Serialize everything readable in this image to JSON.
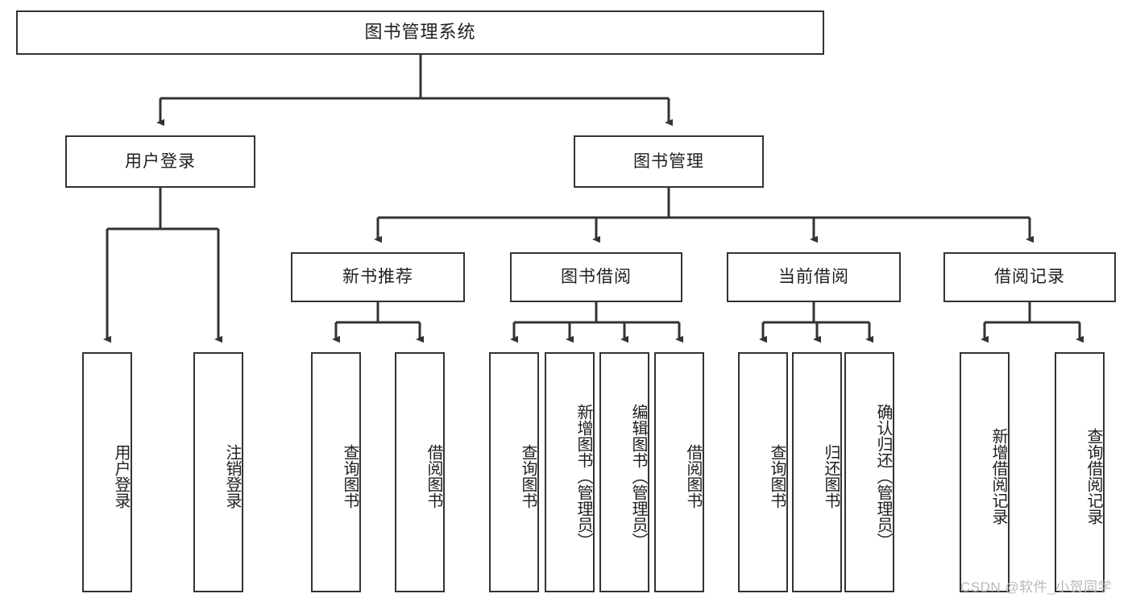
{
  "diagram": {
    "type": "tree-hierarchy",
    "title": "图书管理系统",
    "watermark": "CSDN @软件_小贺同学",
    "colors": {
      "box_border": "#333333",
      "box_fill": "#ffffff",
      "connector": "#333333",
      "text": "#1f1f1f",
      "watermark": "#b9b9b9"
    },
    "nodes": {
      "root": {
        "label": "图书管理系统"
      },
      "level1": [
        {
          "label": "用户登录"
        },
        {
          "label": "图书管理"
        }
      ],
      "level2": [
        {
          "label": "新书推荐"
        },
        {
          "label": "图书借阅"
        },
        {
          "label": "当前借阅"
        },
        {
          "label": "借阅记录"
        }
      ],
      "leaves_user_login": [
        {
          "label": "用户登录"
        },
        {
          "label": "注销登录"
        }
      ],
      "leaves_new_book": [
        {
          "label": "查询图书"
        },
        {
          "label": "借阅图书"
        }
      ],
      "leaves_borrow": [
        {
          "label": "查询图书"
        },
        {
          "label": "新增图书（管理员）"
        },
        {
          "label": "编辑图书（管理员）"
        },
        {
          "label": "借阅图书"
        }
      ],
      "leaves_current": [
        {
          "label": "查询图书"
        },
        {
          "label": "归还图书"
        },
        {
          "label": "确认归还（管理员）"
        }
      ],
      "leaves_records": [
        {
          "label": "新增借阅记录"
        },
        {
          "label": "查询借阅记录"
        }
      ]
    }
  }
}
